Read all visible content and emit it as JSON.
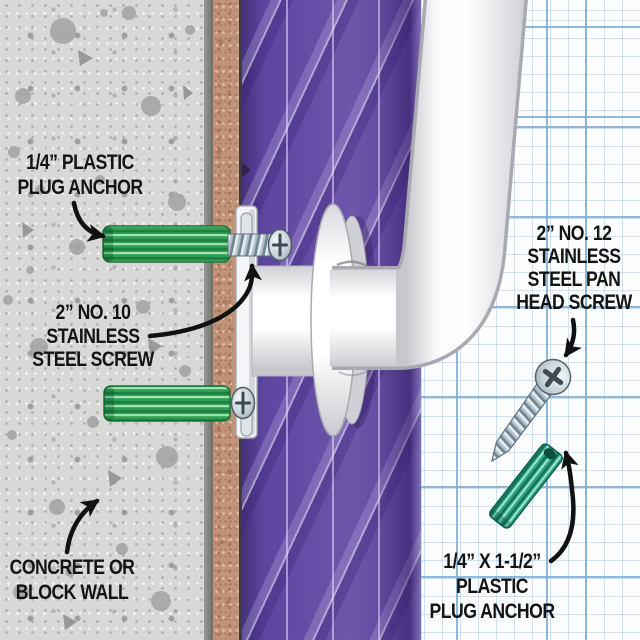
{
  "figure": {
    "type": "installation-cross-section",
    "subject": "Grab bar anchored to a tiled concrete or block wall"
  },
  "labels": {
    "left_anchor": {
      "lines": [
        "1/4” PLASTIC",
        "PLUG ANCHOR"
      ]
    },
    "left_screw": {
      "lines": [
        "2” NO. 10",
        "STAINLESS",
        "STEEL SCREW"
      ]
    },
    "wall": {
      "lines": [
        "CONCRETE OR",
        "BLOCK WALL"
      ]
    },
    "right_screw": {
      "lines": [
        "2” NO. 12",
        "STAINLESS",
        "STEEL PAN",
        "HEAD SCREW"
      ]
    },
    "right_anchor": {
      "lines": [
        "1/4” X 1-1/2”",
        "PLASTIC",
        "PLUG ANCHOR"
      ]
    }
  },
  "colors": {
    "anchor_green": "#2f9e54",
    "anchor_teal": "#2fa183",
    "tile_purple": "#5e45a0",
    "steel": "#c2cdd5",
    "concrete": "#d8d8d6",
    "mortar": "#c19378",
    "grid_blue": "#7dacd2",
    "label_text": "#141414"
  }
}
